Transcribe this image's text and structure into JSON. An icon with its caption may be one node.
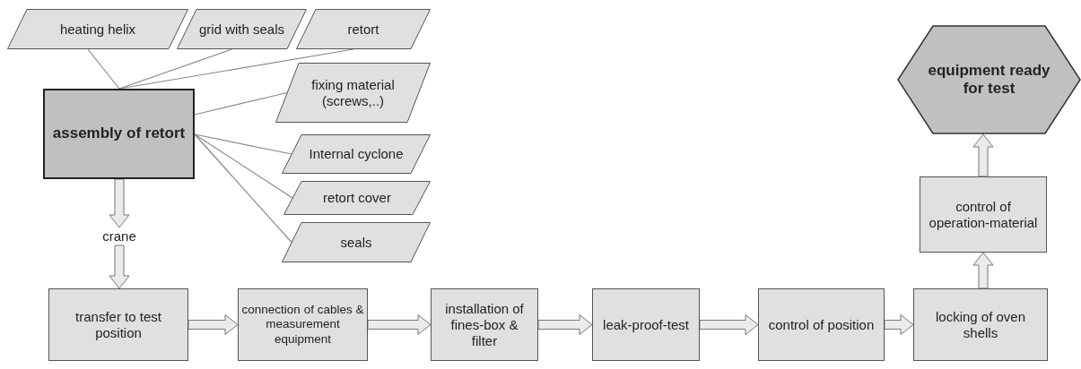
{
  "diagram": {
    "nodes": [
      {
        "text": [
          "heating helix"
        ]
      },
      {
        "text": [
          "grid with seals"
        ]
      },
      {
        "text": [
          "retort"
        ]
      },
      {
        "text": [
          "fixing material (screws,..)"
        ]
      },
      {
        "text": [
          "Internal cyclone"
        ]
      },
      {
        "text": [
          "retort cover"
        ]
      },
      {
        "text": [
          "seals"
        ]
      },
      {
        "text": [
          "assembly of retort"
        ]
      },
      {
        "text": [
          "crane"
        ]
      },
      {
        "text": [
          "transfer to test position"
        ]
      },
      {
        "text": [
          "connection of cables & measurement equipment"
        ]
      },
      {
        "text": [
          "installation of fines-box & filter"
        ]
      },
      {
        "text": [
          "leak-proof-test"
        ]
      },
      {
        "text": [
          "control of position"
        ]
      },
      {
        "text": [
          "locking of oven shells"
        ]
      },
      {
        "text": [
          "control of operation-material"
        ]
      },
      {
        "text": [
          "equipment ready for test"
        ]
      }
    ],
    "edges": [
      {
        "from": 0,
        "to": 7,
        "arrow": "none"
      },
      {
        "from": 1,
        "to": 7,
        "arrow": "none"
      },
      {
        "from": 2,
        "to": 7,
        "arrow": "none"
      },
      {
        "from": 3,
        "to": 7,
        "arrow": "none"
      },
      {
        "from": 4,
        "to": 7,
        "arrow": "none"
      },
      {
        "from": 5,
        "to": 7,
        "arrow": "none"
      },
      {
        "from": 6,
        "to": 7,
        "arrow": "none"
      },
      {
        "from": 7,
        "to": 8,
        "arrow": "to",
        "style": "thick"
      },
      {
        "from": 8,
        "to": 9,
        "arrow": "to",
        "style": "thick"
      },
      {
        "from": 9,
        "to": 10,
        "arrow": "to",
        "style": "thick"
      },
      {
        "from": 10,
        "to": 11,
        "arrow": "to",
        "style": "thick"
      },
      {
        "from": 11,
        "to": 12,
        "arrow": "to",
        "style": "thick"
      },
      {
        "from": 12,
        "to": 13,
        "arrow": "to",
        "style": "thick"
      },
      {
        "from": 13,
        "to": 14,
        "arrow": "to",
        "style": "thick"
      },
      {
        "from": 14,
        "to": 15,
        "arrow": "to",
        "style": "thick"
      },
      {
        "from": 15,
        "to": 16,
        "arrow": "to",
        "style": "thick"
      }
    ]
  }
}
